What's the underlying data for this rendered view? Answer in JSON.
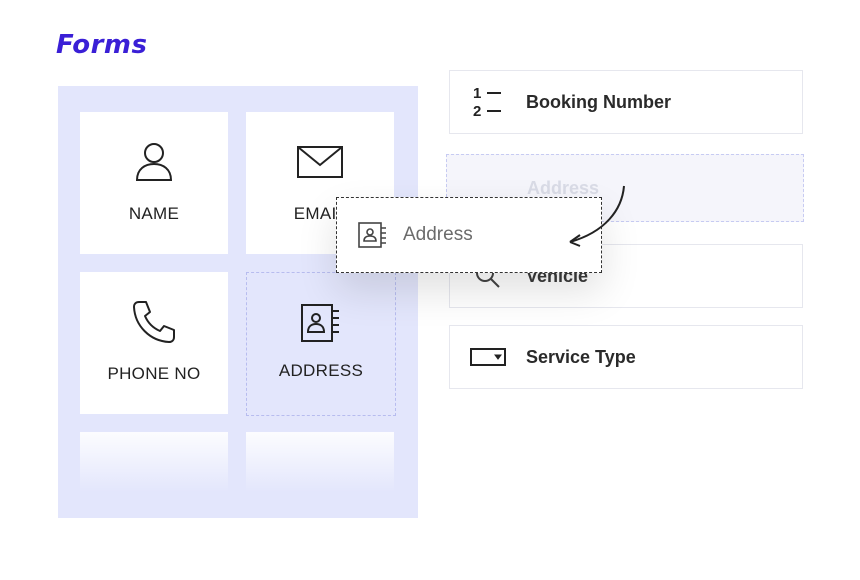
{
  "header": {
    "title": "Forms"
  },
  "palette": {
    "tiles": [
      {
        "label": "NAME",
        "icon": "person-icon"
      },
      {
        "label": "EMAIL",
        "icon": "envelope-icon"
      },
      {
        "label": "PHONE NO",
        "icon": "phone-icon"
      },
      {
        "label": "ADDRESS",
        "icon": "address-book-icon"
      }
    ]
  },
  "form": {
    "fields": [
      {
        "label": "Booking Number",
        "icon": "numbered-list-icon"
      },
      {
        "label": "Address",
        "state": "drop-placeholder"
      },
      {
        "label": "Vehicle",
        "icon": "search-icon"
      },
      {
        "label": "Service Type",
        "icon": "dropdown-icon"
      }
    ]
  },
  "drag_item": {
    "label": "Address",
    "icon": "address-book-icon"
  },
  "colors": {
    "title": "#3a1fd6",
    "palette_bg": "#e3e6fc",
    "drop_border": "#c7cbf2"
  }
}
